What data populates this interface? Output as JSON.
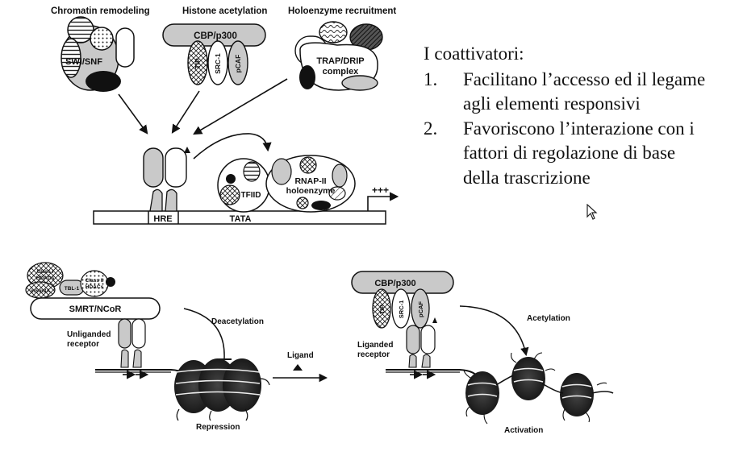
{
  "top_labels": {
    "chromatin_remodeling": "Chromatin remodeling",
    "histone_acetylation": "Histone acetylation",
    "holoenzyme_recruitment": "Holoenzyme recruitment"
  },
  "complexes": {
    "swi_snf": "SWI/SNF",
    "cbp_p300": "CBP/p300",
    "tip": "TIP",
    "src1": "SRC-1",
    "pcaf": "pCAF",
    "trap_drip_line1": "TRAP/DRIP",
    "trap_drip_line2": "complex",
    "tfiid": "TFIID",
    "rnap_line1": "RNAP-II",
    "rnap_line2": "holoenzyme"
  },
  "promoter": {
    "hre": "HRE",
    "tata": "TATA",
    "plus": "+++"
  },
  "slide_text": {
    "title": "I coattivatori:",
    "items": [
      {
        "num": "1.",
        "line1": "Facilitano l’accesso ed il legame",
        "line2": "agli elementi responsivi"
      },
      {
        "num": "2.",
        "line1": "Favoriscono l’interazione con i",
        "line2": "fattori di regolazione di base",
        "line3": "della trascrizione"
      }
    ]
  },
  "bottom_left": {
    "class1_line1": "Class I",
    "class1_line2": "HDACs",
    "msin3a": "mSin3A",
    "tbl1": "TBL-1",
    "class2_line1": "Class II",
    "class2_line2": "HDACs",
    "smrt": "SMRT/NCoR",
    "receptor_line1": "Unliganded",
    "receptor_line2": "receptor",
    "process": "Deacetylation",
    "outcome": "Repression"
  },
  "middle": {
    "ligand": "Ligand"
  },
  "bottom_right": {
    "cbp_p300": "CBP/p300",
    "tip": "TIP",
    "src1": "SRC-1",
    "pcaf": "pCAF",
    "receptor_line1": "Liganded",
    "receptor_line2": "receptor",
    "process": "Acetylation",
    "outcome": "Activation"
  }
}
